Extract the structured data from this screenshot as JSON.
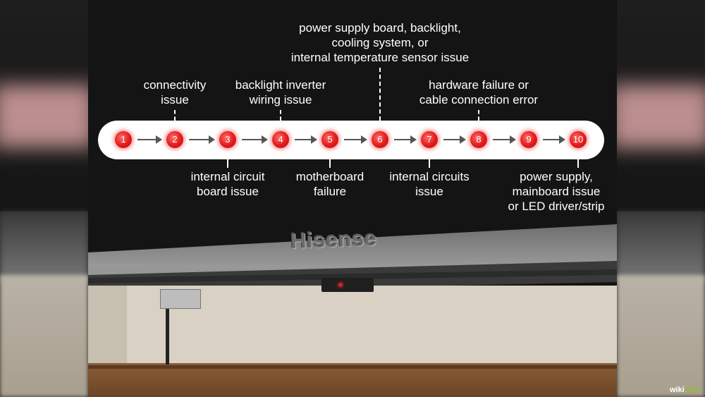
{
  "brand": "Hisense",
  "watermark": {
    "wiki": "wiki",
    "how": "How"
  },
  "steps": [
    {
      "num": "1"
    },
    {
      "num": "2",
      "label": [
        "connectivity",
        "issue"
      ]
    },
    {
      "num": "3",
      "label": [
        "internal circuit",
        "board issue"
      ]
    },
    {
      "num": "4",
      "label": [
        "backlight inverter",
        "wiring issue"
      ]
    },
    {
      "num": "5",
      "label": [
        "motherboard",
        "failure"
      ]
    },
    {
      "num": "6",
      "label": [
        "power supply board, backlight,",
        "cooling system, or",
        "internal temperature sensor issue"
      ]
    },
    {
      "num": "7",
      "label": [
        "internal circuits",
        "issue"
      ]
    },
    {
      "num": "8",
      "label": [
        "hardware failure or",
        "cable connection error"
      ]
    },
    {
      "num": "9"
    },
    {
      "num": "10",
      "label": [
        "power supply,",
        "mainboard issue",
        "or LED driver/strip"
      ]
    }
  ],
  "colors": {
    "led": "#e01a1a",
    "pill": "#ffffff",
    "text": "#ffffff"
  }
}
